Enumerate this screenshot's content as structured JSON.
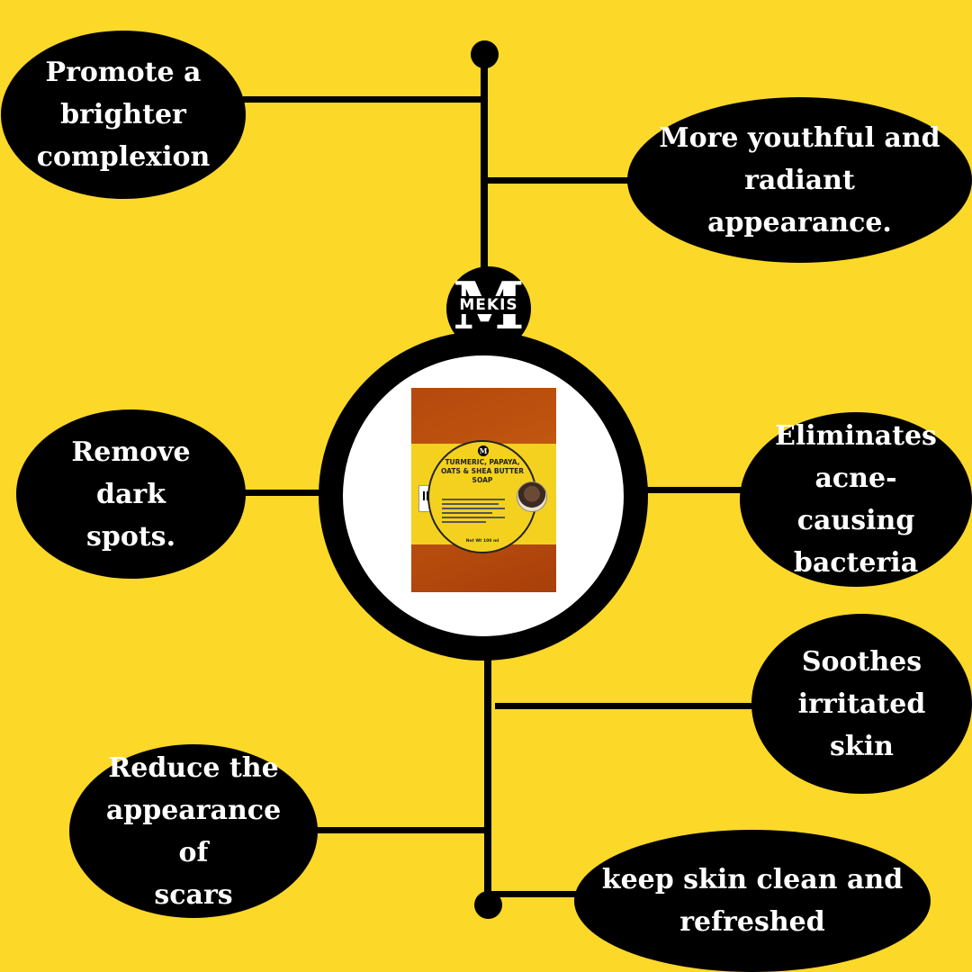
{
  "brand": {
    "monogram": "M",
    "name": "MEKIS"
  },
  "benefits": {
    "b1": "Promote a\nbrighter\ncomplexion",
    "b2": "More youthful and\nradiant appearance.",
    "b3": "Remove dark\nspots.",
    "b4": "Eliminates\nacne-causing\nbacteria",
    "b5": "Soothes\nirritated\nskin",
    "b6": "Reduce the\nappearance of\nscars",
    "b7": "keep skin clean and\nrefreshed"
  },
  "product": {
    "title": "TURMERIC, PAPAYA,\nOATS & SHEA BUTTER\nSOAP",
    "net_weight": "Net Wt 100 ml",
    "colors": {
      "bar": "#B5480E",
      "label": "#F4D11E"
    }
  },
  "colors": {
    "background": "#FCD829",
    "bubble": "#000000",
    "text": "#FFFFFF"
  }
}
